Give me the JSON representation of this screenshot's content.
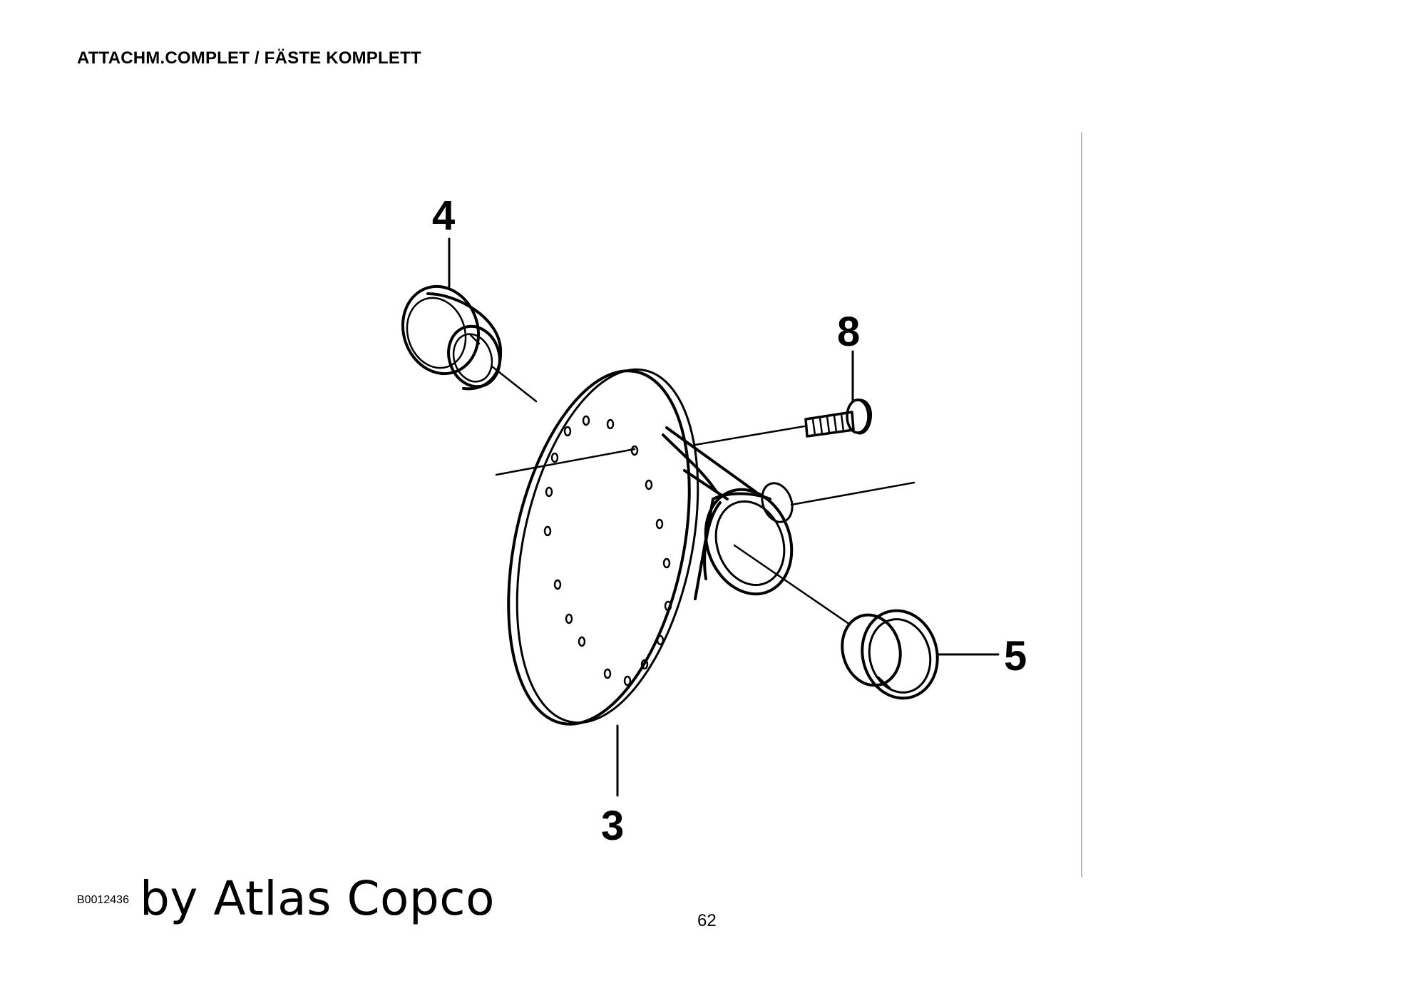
{
  "header": {
    "title": "ATTACHM.COMPLET / FÄSTE KOMPLETT"
  },
  "diagram": {
    "callouts": [
      {
        "id": "4",
        "label": "4"
      },
      {
        "id": "8",
        "label": "8"
      },
      {
        "id": "5",
        "label": "5"
      },
      {
        "id": "3",
        "label": "3"
      }
    ]
  },
  "footer": {
    "drawing_code": "B0012436",
    "brand": "by Atlas Copco",
    "page_number": "62"
  }
}
